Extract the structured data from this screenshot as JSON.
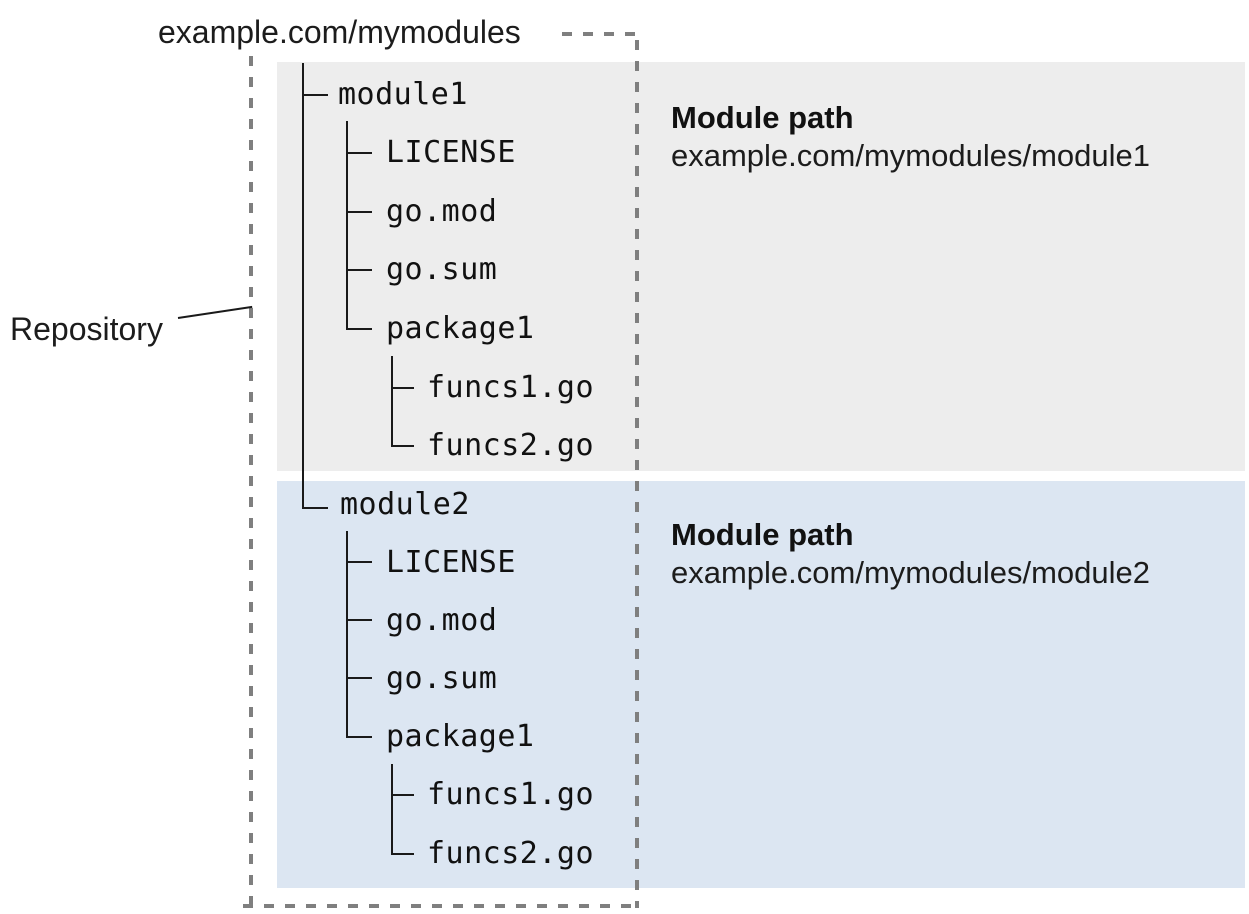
{
  "diagram": {
    "repo_host_label": "example.com/mymodules",
    "repository_label": "Repository"
  },
  "modules": [
    {
      "name": "module1",
      "files": [
        "LICENSE",
        "go.mod",
        "go.sum"
      ],
      "package_name": "package1",
      "package_files": [
        "funcs1.go",
        "funcs2.go"
      ],
      "module_path_heading": "Module path",
      "module_path": "example.com/mymodules/module1"
    },
    {
      "name": "module2",
      "files": [
        "LICENSE",
        "go.mod",
        "go.sum"
      ],
      "package_name": "package1",
      "package_files": [
        "funcs1.go",
        "funcs2.go"
      ],
      "module_path_heading": "Module path",
      "module_path": "example.com/mymodules/module2"
    }
  ],
  "colors": {
    "module1_panel_bg": "#ededed",
    "module2_panel_bg": "#dce6f2",
    "repository_dash": "#7f7f7f",
    "tree_line": "#1a1a1a",
    "text": "#1c1c1c"
  }
}
